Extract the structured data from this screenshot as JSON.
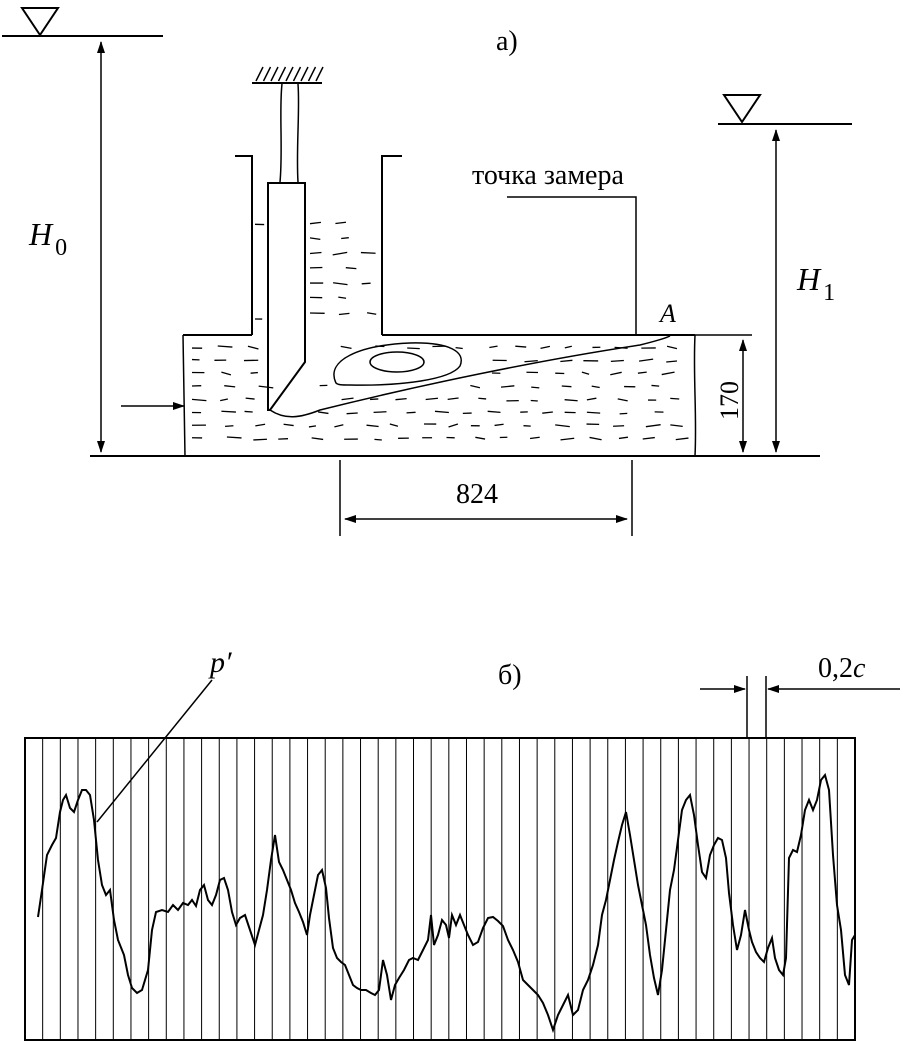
{
  "figure": {
    "part_a": {
      "label": "а)",
      "measure_point_label": "точка замера",
      "point_label": "A",
      "upstream_head": {
        "symbol": "H",
        "subscript": "0"
      },
      "downstream_head": {
        "symbol": "H",
        "subscript": "1"
      },
      "dimension_height": "170",
      "dimension_length": "824"
    },
    "part_b": {
      "label": "б)",
      "signal_label": "p′",
      "time_interval_label": "0,2",
      "time_unit": "c",
      "grid_cells": 47
    }
  }
}
